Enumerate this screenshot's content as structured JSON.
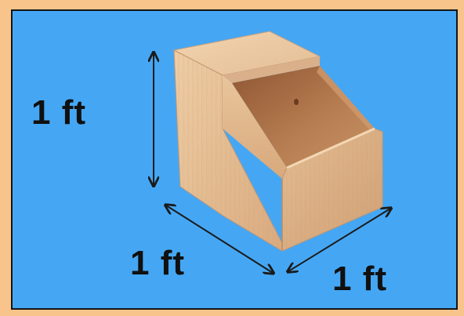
{
  "labels": {
    "height": "1 ft",
    "depth": "1 ft",
    "width": "1 ft"
  },
  "colors": {
    "background": "#45a7f4",
    "frame": "#f9c48c",
    "border": "#141414",
    "wood_light": "#eac7a0",
    "wood_mid": "#dcae82",
    "wood_dark": "#a86d43",
    "arrow": "#1b1b1b"
  },
  "icons": {
    "object": "wooden-box-icon",
    "arrows": "double-headed-arrow-icon"
  }
}
